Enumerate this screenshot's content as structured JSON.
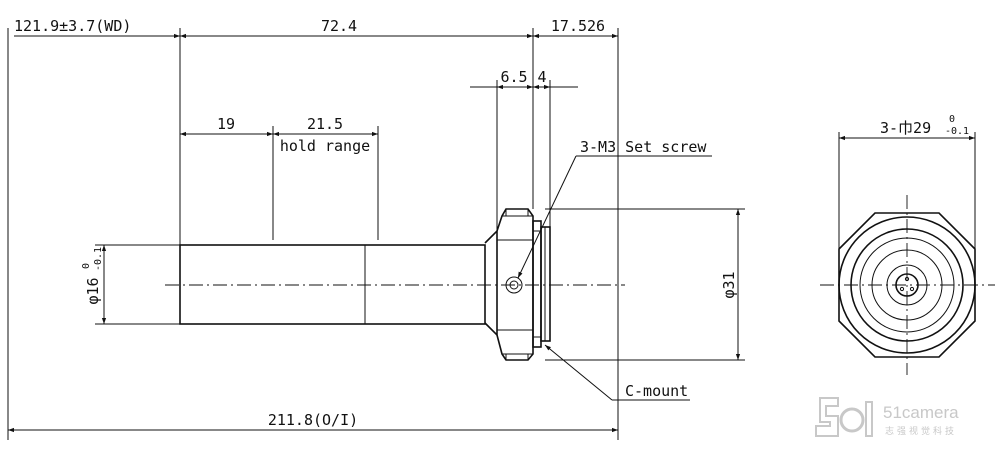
{
  "dimensions": {
    "wd": "121.9±3.7(WD)",
    "body_length": "72.4",
    "mount_length": "17.526",
    "offset_19": "19",
    "hold_length": "21.5",
    "hold_label": "hold range",
    "gap_65": "6.5",
    "gap_4": "4",
    "overall": "211.8(O/I)",
    "diameter_16_main": "φ16",
    "diameter_16_tol_upper": "0",
    "diameter_16_tol_lower": "-0.1",
    "diameter_31": "φ31",
    "hex_main": "3-巾29",
    "hex_tol_upper": "0",
    "hex_tol_lower": "-0.1"
  },
  "callouts": {
    "set_screw": "3-M3 Set screw",
    "c_mount": "C-mount"
  },
  "watermark": {
    "brand": "51camera",
    "tagline": "志强视觉科技",
    "color": "#c8c8c8"
  }
}
